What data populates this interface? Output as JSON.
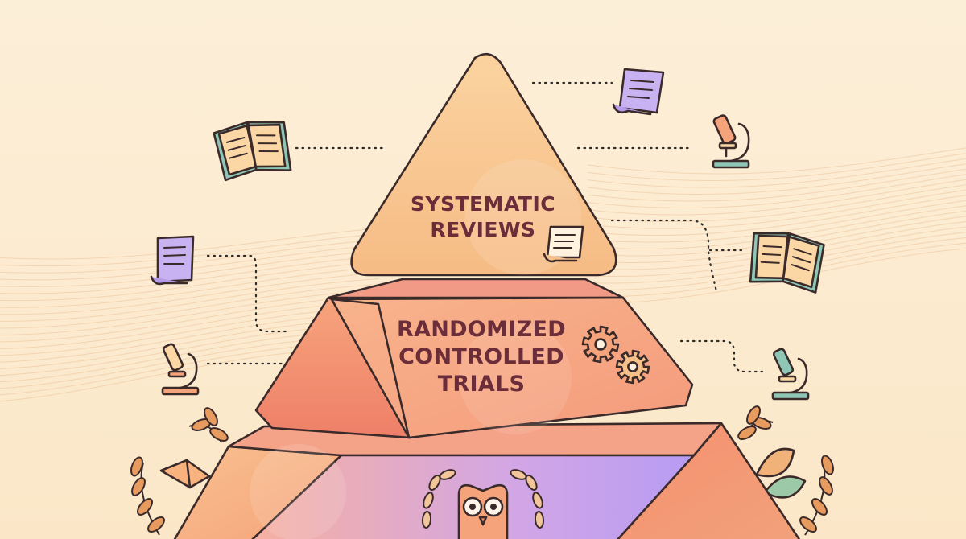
{
  "tiers": {
    "top": {
      "line1": "SYSTEMATIC",
      "line2": "REVIEWS"
    },
    "middle": {
      "line1": "RANDOMIZED",
      "line2": "CONTROLLED",
      "line3": "TRIALS"
    }
  },
  "colors": {
    "background": "#fbecd0",
    "top_tier": "#f7c48c",
    "middle_tier": "#f4a07f",
    "bottom_tier": "#c9a7ee",
    "outline": "#3b2a2a",
    "label": "#6b2d3a"
  },
  "icons": [
    "open-book-icon",
    "scroll-icon",
    "microscope-icon",
    "gear-icon",
    "owl-icon",
    "laurel-icon",
    "leaf-icon"
  ]
}
